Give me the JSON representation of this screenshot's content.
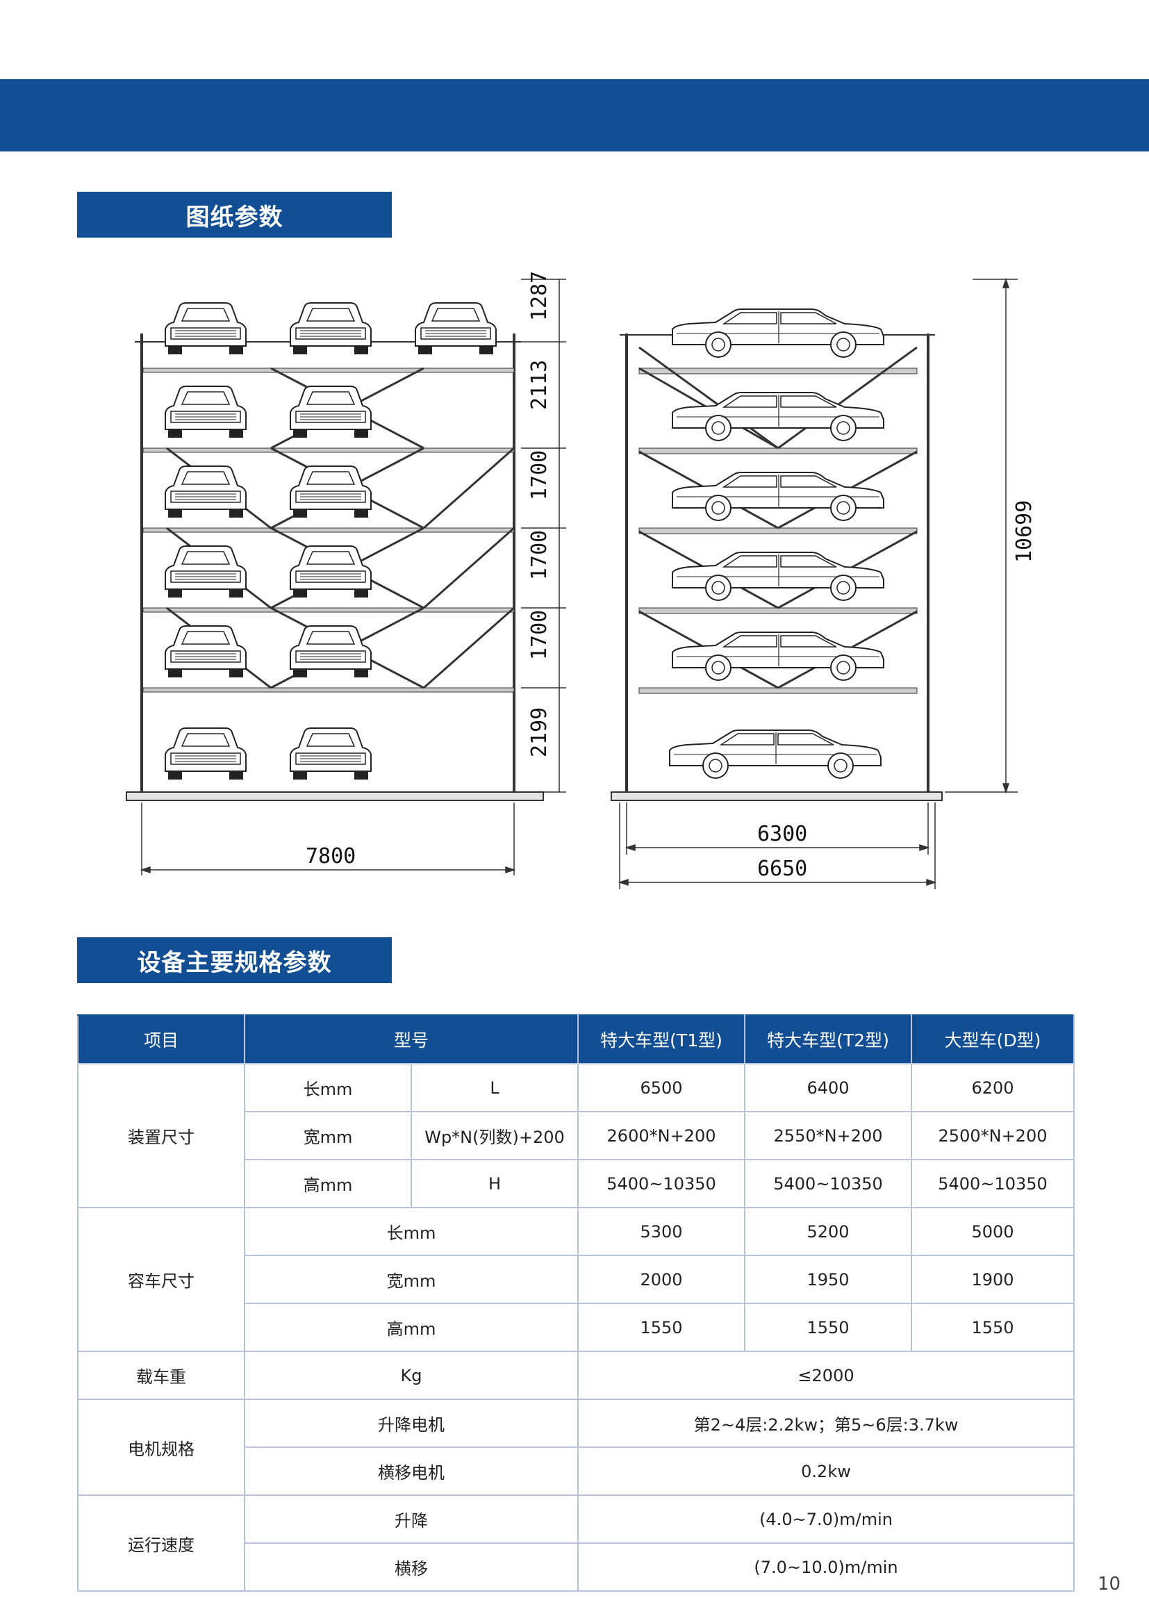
{
  "sections": {
    "drawing_title": "图纸参数",
    "spec_title": "设备主要规格参数"
  },
  "drawing": {
    "front_heights": [
      "1287",
      "2113",
      "1700",
      "1700",
      "1700",
      "2199"
    ],
    "front_width": "7800",
    "side_total_height": "10699",
    "side_inner_width": "6300",
    "side_outer_width": "6650"
  },
  "table": {
    "headers": {
      "item": "项目",
      "model": "型号",
      "t1": "特大车型(T1型)",
      "t2": "特大车型(T2型)",
      "d": "大型车(D型)"
    },
    "device_size": {
      "label": "装置尺寸",
      "rows": [
        {
          "name": "长mm",
          "symbol": "L",
          "t1": "6500",
          "t2": "6400",
          "d": "6200"
        },
        {
          "name": "宽mm",
          "symbol": "Wp*N(列数)+200",
          "t1": "2600*N+200",
          "t2": "2550*N+200",
          "d": "2500*N+200"
        },
        {
          "name": "高mm",
          "symbol": "H",
          "t1": "5400~10350",
          "t2": "5400~10350",
          "d": "5400~10350"
        }
      ]
    },
    "car_size": {
      "label": "容车尺寸",
      "rows": [
        {
          "name": "长mm",
          "t1": "5300",
          "t2": "5200",
          "d": "5000"
        },
        {
          "name": "宽mm",
          "t1": "2000",
          "t2": "1950",
          "d": "1900"
        },
        {
          "name": "高mm",
          "t1": "1550",
          "t2": "1550",
          "d": "1550"
        }
      ]
    },
    "car_weight": {
      "label": "载车重",
      "unit": "Kg",
      "value": "≤2000"
    },
    "motor": {
      "label": "电机规格",
      "rows": [
        {
          "name": "升降电机",
          "value": "第2~4层:2.2kw；第5~6层:3.7kw"
        },
        {
          "name": "横移电机",
          "value": "0.2kw"
        }
      ]
    },
    "speed": {
      "label": "运行速度",
      "rows": [
        {
          "name": "升降",
          "value": "(4.0~7.0)m/min"
        },
        {
          "name": "横移",
          "value": "(7.0~10.0)m/min"
        }
      ]
    }
  },
  "page_number": "10"
}
